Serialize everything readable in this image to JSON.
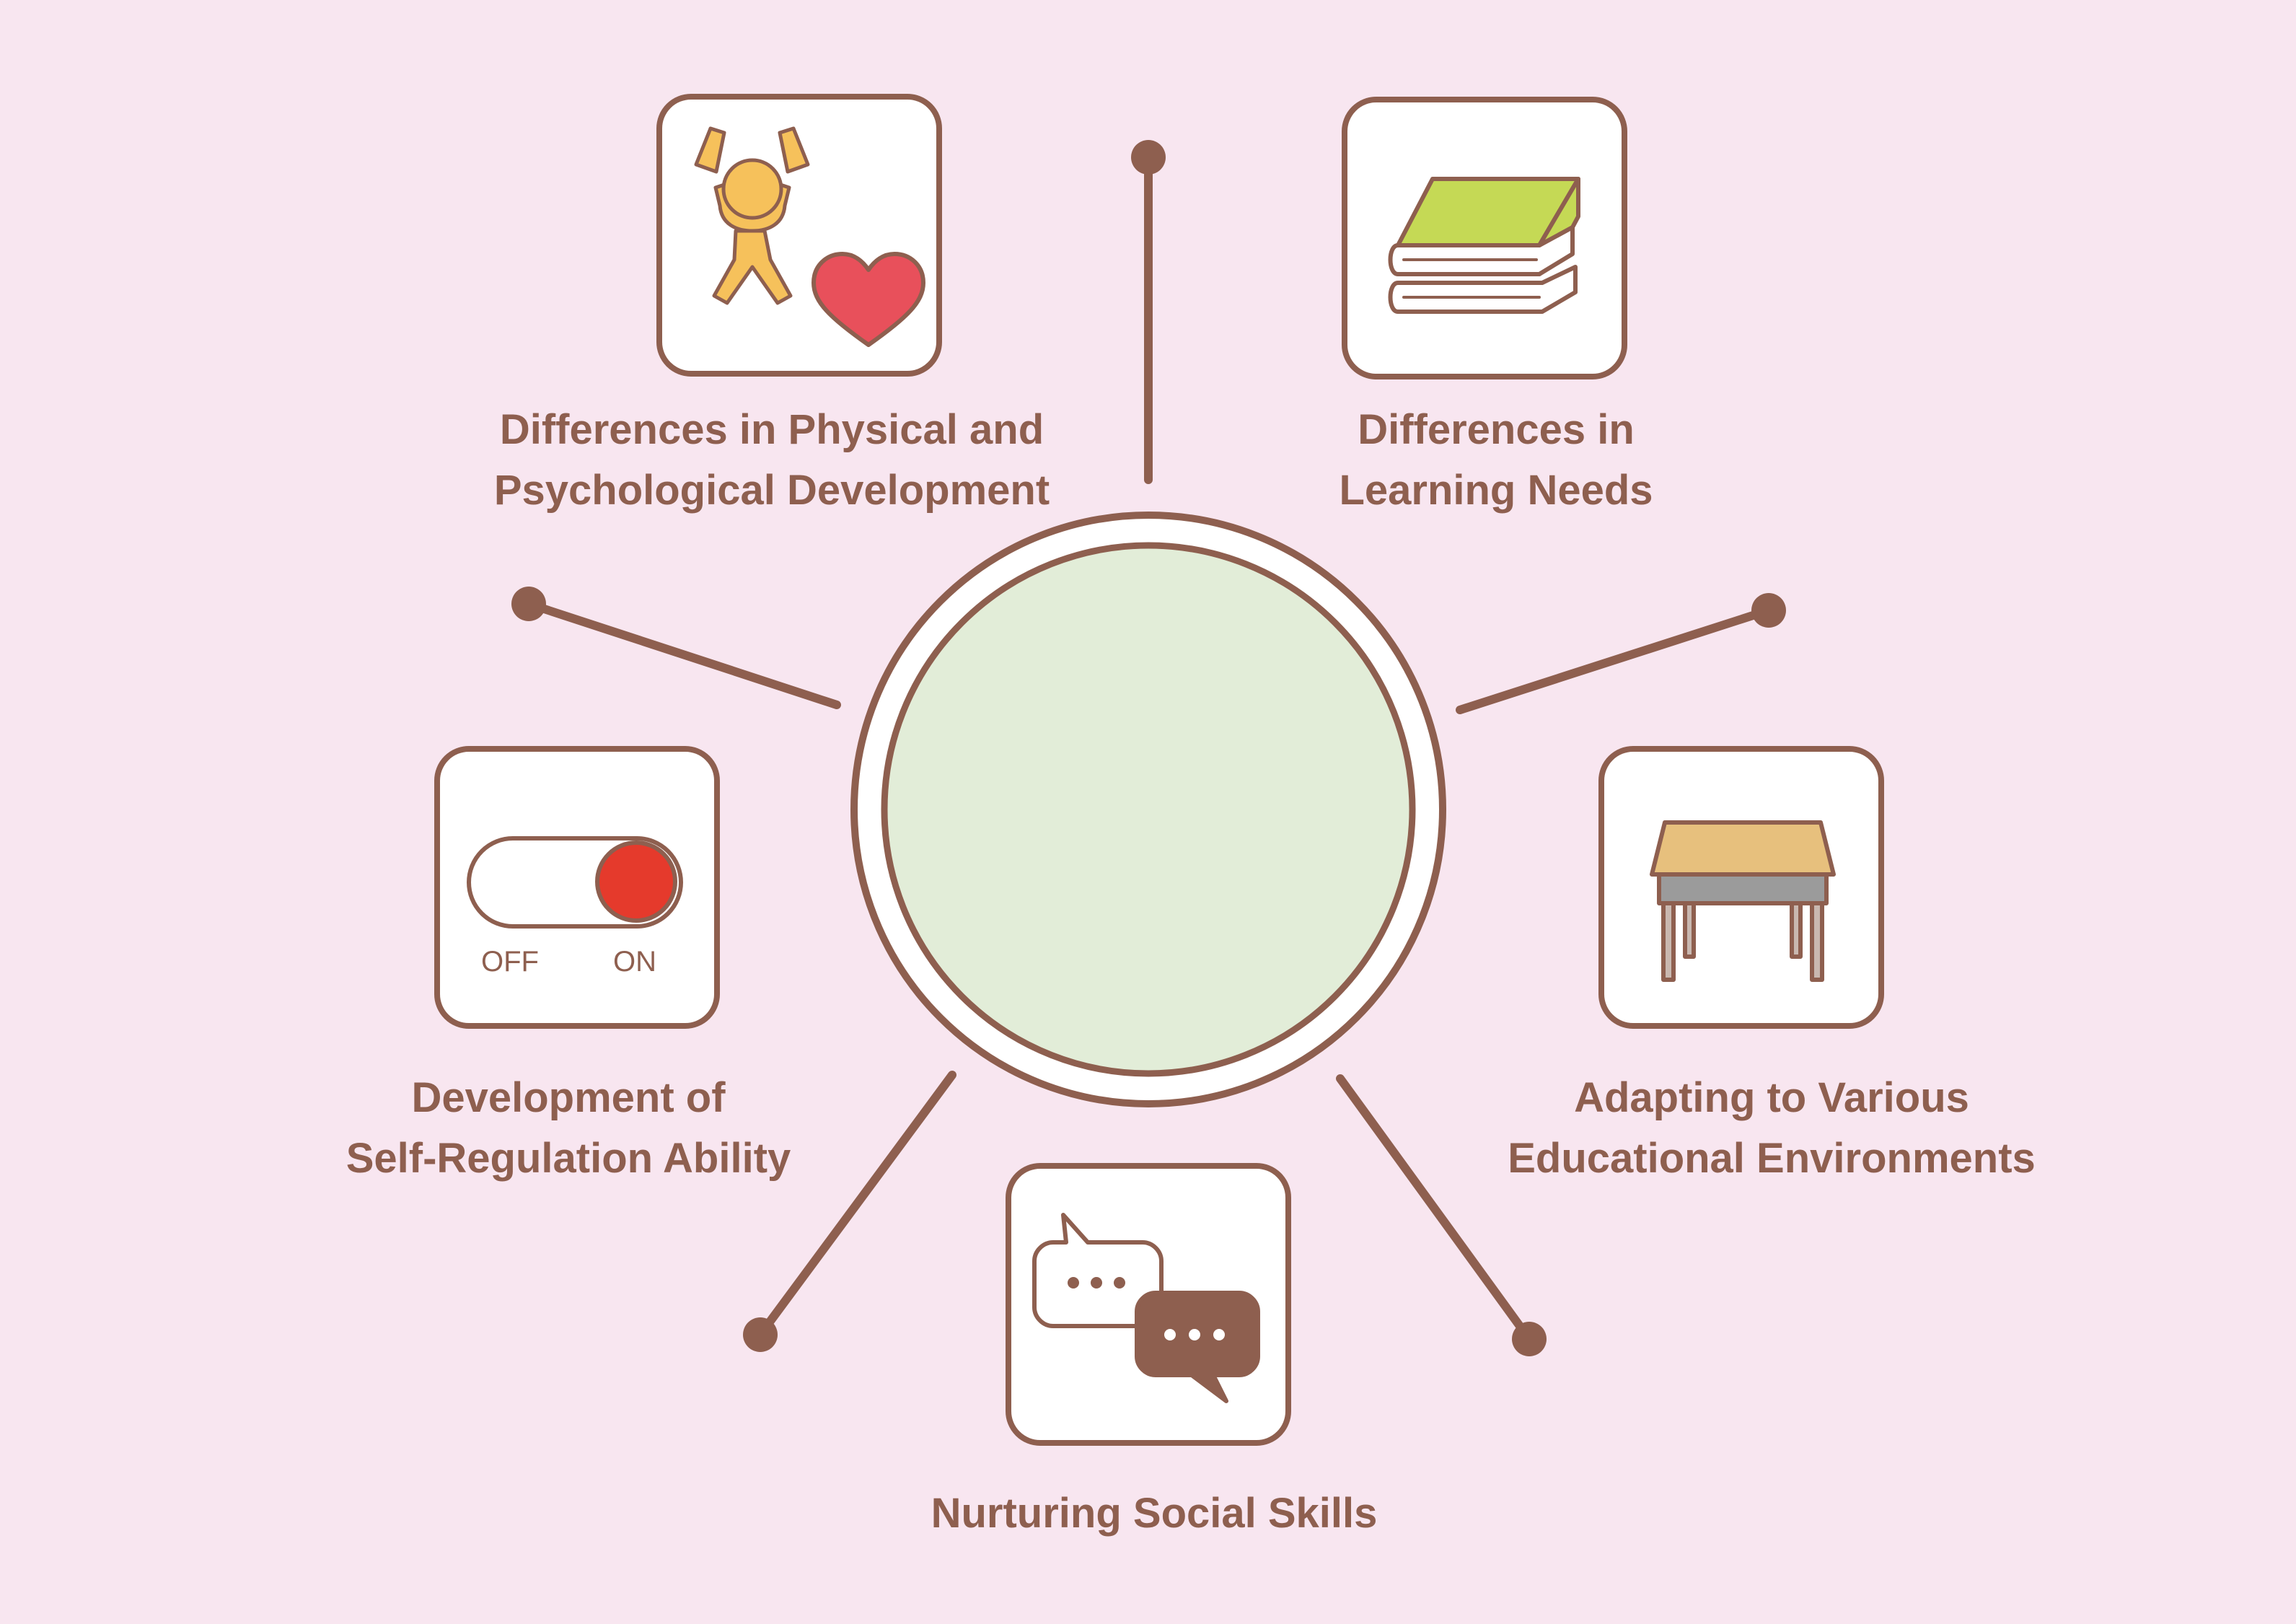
{
  "colors": {
    "background": "#f8e6f0",
    "accent": "#8e5f4f",
    "center_fill": "#e2edd8",
    "card_fill": "#ffffff"
  },
  "center": {
    "label": ""
  },
  "nodes": [
    {
      "id": "physical",
      "lines": [
        "Differences in Physical and",
        "Psychological Development"
      ],
      "icon": "person-heart-icon"
    },
    {
      "id": "learning",
      "lines": [
        "Differences in",
        "Learning Needs"
      ],
      "icon": "books-icon"
    },
    {
      "id": "environments",
      "lines": [
        "Adapting to Various",
        "Educational Environments"
      ],
      "icon": "desk-icon"
    },
    {
      "id": "social",
      "lines": [
        "Nurturing Social Skills"
      ],
      "icon": "chat-bubbles-icon"
    },
    {
      "id": "selfreg",
      "lines": [
        "Development of",
        "Self-Regulation Ability"
      ],
      "icon": "toggle-switch-icon"
    }
  ],
  "toggle": {
    "off_label": "OFF",
    "on_label": "ON"
  }
}
